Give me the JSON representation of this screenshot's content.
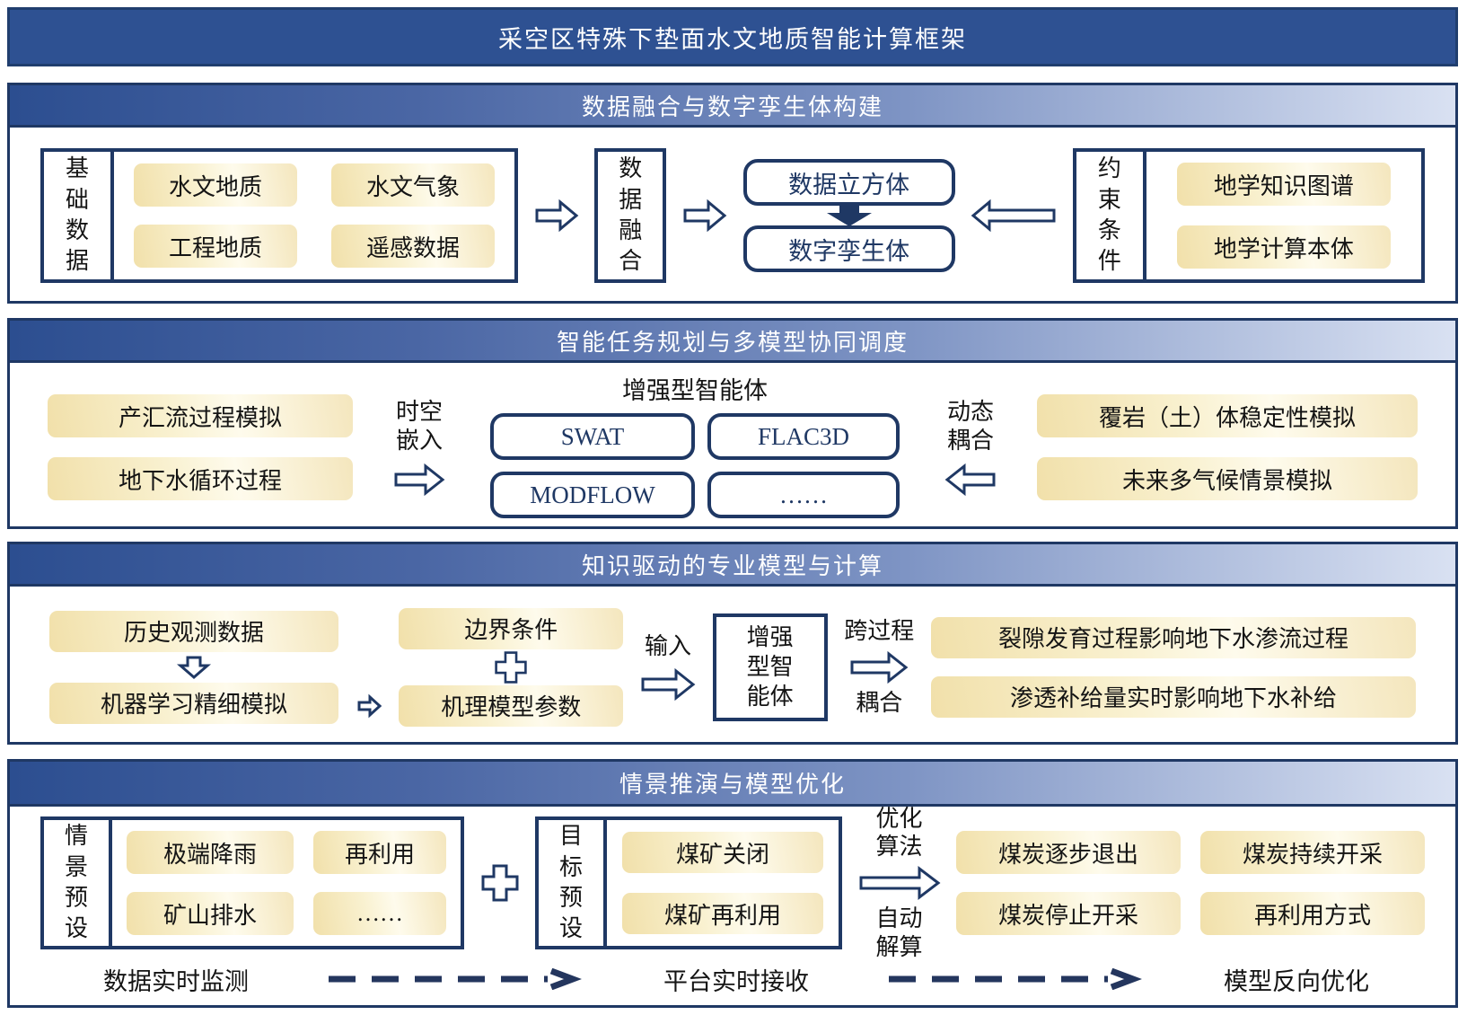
{
  "title": "采空区特殊下垫面水文地质智能计算框架",
  "colors": {
    "navy_border": "#1f3864",
    "title_fill": "#2e5192",
    "header_gradient_start": "#2c4e90",
    "header_gradient_end": "#d9e1f2",
    "cream_box": "#f4e6bd",
    "text": "#141414",
    "white": "#ffffff"
  },
  "icons": {
    "arrow-right-icon": "hollow block arrow pointing right",
    "arrow-left-icon": "hollow block arrow pointing left",
    "arrow-down-icon": "hollow block arrow pointing down",
    "arrow-down-solid-icon": "solid navy block arrow pointing down",
    "plus-icon": "hollow plus cross",
    "dashed-arrow-icon": "navy dashed line with chevron arrowhead"
  },
  "section1": {
    "header": "数据融合与数字孪生体构建",
    "base_data": {
      "label": "基础数据",
      "items": [
        "水文地质",
        "水文气象",
        "工程地质",
        "遥感数据"
      ]
    },
    "data_fusion": "数据融合",
    "data_cube": "数据立方体",
    "digital_twin": "数字孪生体",
    "constraints": {
      "label": "约束条件",
      "items": [
        "地学知识图谱",
        "地学计算本体"
      ]
    }
  },
  "section2": {
    "header": "智能任务规划与多模型协同调度",
    "left_items": [
      "产汇流过程模拟",
      "地下水循环过程"
    ],
    "embed_label": "时空嵌入",
    "agent_title": "增强型智能体",
    "models": [
      "SWAT",
      "FLAC3D",
      "MODFLOW",
      "……"
    ],
    "couple_label": "动态耦合",
    "right_items": [
      "覆岩（土）体稳定性模拟",
      "未来多气候情景模拟"
    ]
  },
  "section3": {
    "header": "知识驱动的专业模型与计算",
    "col_a": [
      "历史观测数据",
      "机器学习精细模拟"
    ],
    "col_b": [
      "边界条件",
      "机理模型参数"
    ],
    "input_label": "输入",
    "agent_box": "增强型智能体",
    "cross_top": "跨过程",
    "cross_bottom": "耦合",
    "right_items": [
      "裂隙发育过程影响地下水渗流过程",
      "渗透补给量实时影响地下水补给"
    ]
  },
  "section4": {
    "header": "情景推演与模型优化",
    "scenario": {
      "label": "情景预设",
      "items": [
        "极端降雨",
        "再利用",
        "矿山排水",
        "……"
      ]
    },
    "target": {
      "label": "目标预设",
      "items": [
        "煤矿关闭",
        "煤矿再利用"
      ]
    },
    "opt_top": "优化算法",
    "opt_bottom": "自动解算",
    "outcomes": [
      "煤炭逐步退出",
      "煤炭持续开采",
      "煤炭停止开采",
      "再利用方式"
    ],
    "flow": [
      "数据实时监测",
      "平台实时接收",
      "模型反向优化"
    ]
  }
}
